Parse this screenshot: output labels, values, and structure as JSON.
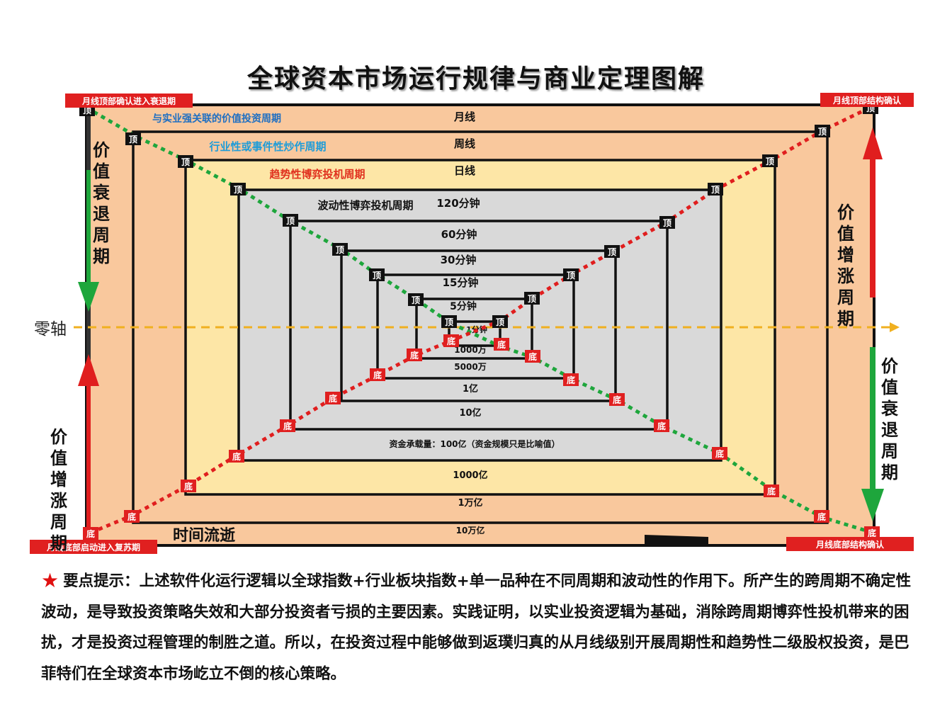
{
  "title": "全球资本市场运行规律与商业定理图解",
  "zero_axis_label": "零轴",
  "time_label": "时间流逝",
  "corner_labels": {
    "top_left": "月线顶部确认进入衰退期",
    "top_right": "月线顶部结构确认",
    "bottom_left": "月线底部启动进入复苏期",
    "bottom_right": "月线底部结构确认"
  },
  "side_labels": {
    "left_top": "价值衰退周期",
    "left_bottom": "价值增涨周期",
    "right_top": "价值增涨周期",
    "right_bottom": "价值衰退周期"
  },
  "cycle_labels": [
    {
      "text": "与实业强关联的价值投资周期",
      "color": "#1f6fc2"
    },
    {
      "text": "行业性或事件性炒作周期",
      "color": "#1e9cd8"
    },
    {
      "text": "趋势性博弈投机周期",
      "color": "#e0301e"
    },
    {
      "text": "波动性博弈投机周期",
      "color": "#111111"
    }
  ],
  "frames": [
    {
      "period": "月线",
      "capital": "10万亿",
      "fill": "#f9c89d"
    },
    {
      "period": "周线",
      "capital": "1万亿",
      "fill": "#f9c89d"
    },
    {
      "period": "日线",
      "capital": "1000亿",
      "fill": "#fde6a6"
    },
    {
      "period": "120分钟",
      "capital": "资金承载量：100亿（资金规模只是比喻值）",
      "fill": "#d9d9d9"
    },
    {
      "period": "60分钟",
      "capital": "10亿",
      "fill": "#d9d9d9"
    },
    {
      "period": "30分钟",
      "capital": "1亿",
      "fill": "#d9d9d9"
    },
    {
      "period": "15分钟",
      "capital": "5000万",
      "fill": "#d9d9d9"
    },
    {
      "period": "5分钟",
      "capital": "1000万",
      "fill": "#d9d9d9"
    },
    {
      "period": "1分钟",
      "capital": "",
      "fill": "#d9d9d9"
    }
  ],
  "top_marker": "顶",
  "bottom_marker": "底",
  "colors": {
    "green_line": "#1ea63c",
    "red_line": "#e01e1e",
    "zero_axis": "#f0b020",
    "top_marker_bg": "#111111",
    "bottom_marker_bg": "#e02020",
    "label_box": "#e02020"
  },
  "note": {
    "star": "★",
    "heading": "要点提示：",
    "text": "上述软件化运行逻辑以全球指数+行业板块指数+单一品种在不同周期和波动性的作用下。所产生的跨周期不确定性波动，是导致投资策略失效和大部分投资者亏损的主要因素。实践证明，以实业投资逻辑为基础，消除跨周期博弈性投机带来的困扰，才是投资过程管理的制胜之道。所以，在投资过程中能够做到返璞归真的从月线级别开展周期性和趋势性二级股权投资，是巴菲特们在全球资本市场屹立不倒的核心策略。"
  }
}
